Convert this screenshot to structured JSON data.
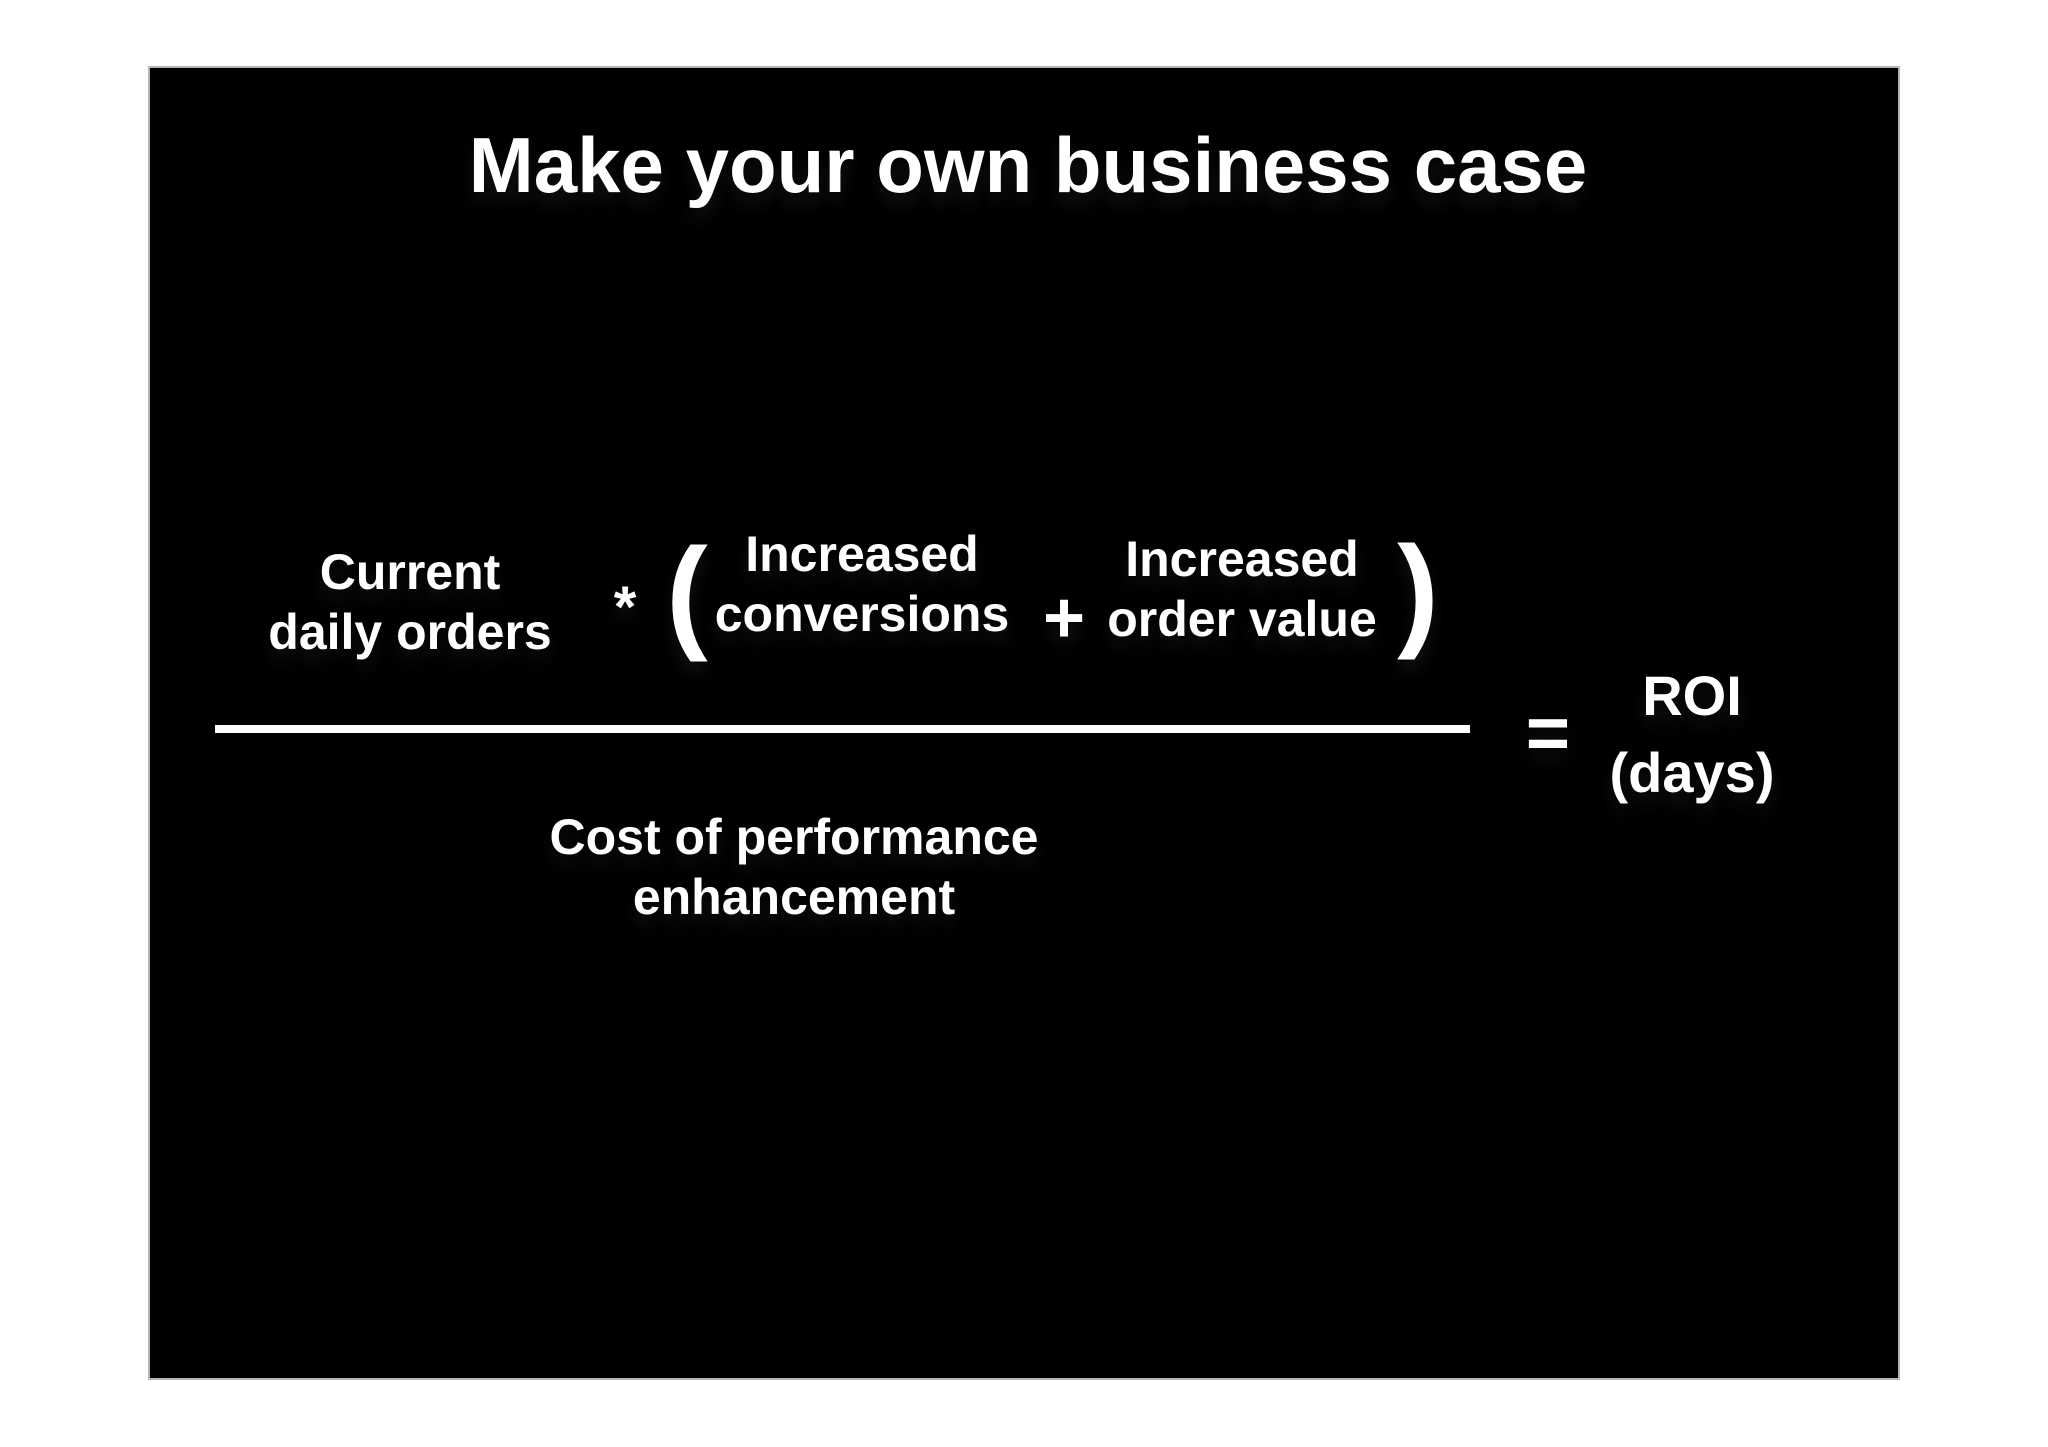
{
  "slide": {
    "title": "Make your own business case",
    "formula": {
      "current_orders": {
        "line1": "Current",
        "line2": "daily orders"
      },
      "multiply": "*",
      "open_paren": "(",
      "increased_conversions": {
        "line1": "Increased",
        "line2": "conversions"
      },
      "plus": "+",
      "increased_order_value": {
        "line1": "Increased",
        "line2": "order value"
      },
      "close_paren": ")",
      "denominator": {
        "line1": "Cost of performance",
        "line2": "enhancement"
      },
      "equals": "=",
      "result": {
        "line1": "ROI",
        "line2": "(days)"
      }
    },
    "colors": {
      "page_background": "#ffffff",
      "slide_background": "#000000",
      "text": "#ffffff",
      "slide_border": "#b5b5b5",
      "fraction_bar": "#ffffff"
    }
  }
}
